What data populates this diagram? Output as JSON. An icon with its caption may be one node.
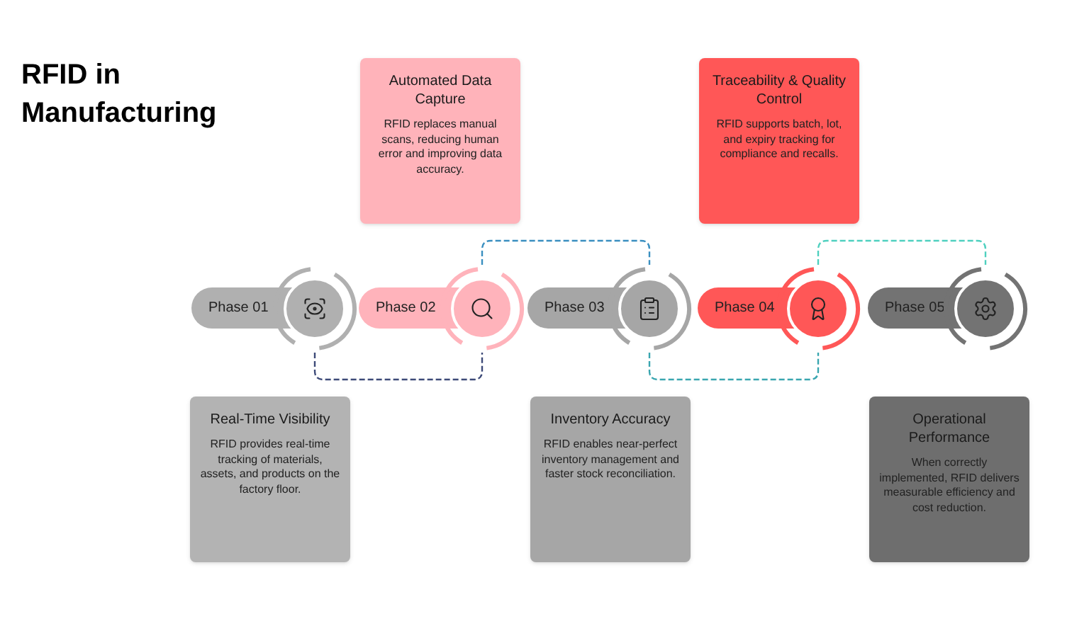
{
  "diagram": {
    "title": "RFID in Manufacturing",
    "nodes": [
      {
        "text": [
          "Phase 01"
        ]
      },
      {
        "text": [
          "Phase 02"
        ]
      },
      {
        "text": [
          "Phase 03"
        ]
      },
      {
        "text": [
          "Phase 04"
        ]
      },
      {
        "text": [
          "Phase 05"
        ]
      },
      {
        "text": [
          "Real-Time Visibility",
          "RFID provides real-time tracking of materials, assets, and products on the factory floor."
        ]
      },
      {
        "text": [
          "Automated Data Capture",
          "RFID replaces manual scans, reducing human error and improving data accuracy."
        ]
      },
      {
        "text": [
          "Inventory Accuracy",
          "RFID enables near-perfect inventory management and faster stock reconciliation."
        ]
      },
      {
        "text": [
          "Traceability & Quality Control",
          "RFID supports batch, lot, and expiry tracking for compliance and recalls."
        ]
      },
      {
        "text": [
          "Operational Performance",
          "When correctly implemented, RFID delivers measurable efficiency and cost reduction."
        ]
      }
    ],
    "edges": [
      {
        "from": 0,
        "to": 1,
        "arrow": "none",
        "style": "dashed",
        "color": "#3d4a78"
      },
      {
        "from": 1,
        "to": 2,
        "arrow": "none",
        "style": "dashed",
        "color": "#3a8fc0"
      },
      {
        "from": 2,
        "to": 3,
        "arrow": "none",
        "style": "dashed",
        "color": "#3aa6b0"
      },
      {
        "from": 3,
        "to": 4,
        "arrow": "none",
        "style": "dashed",
        "color": "#4fd0bf"
      }
    ]
  }
}
